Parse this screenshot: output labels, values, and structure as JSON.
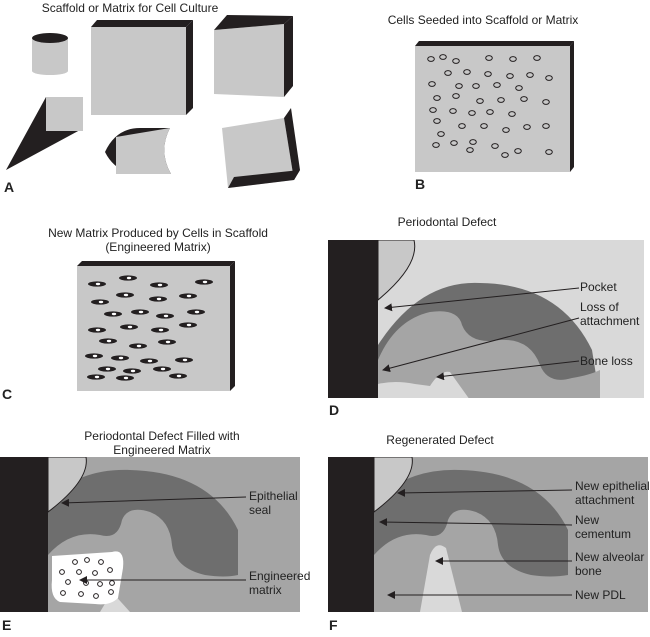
{
  "panels": {
    "a": {
      "letter": "A",
      "title": "Scaffold or Matrix for Cell Culture"
    },
    "b": {
      "letter": "B",
      "title": "Cells Seeded into Scaffold or Matrix"
    },
    "c": {
      "letter": "C",
      "title_line1": "New Matrix Produced by Cells in Scaffold",
      "title_line2": "(Engineered Matrix)"
    },
    "d": {
      "letter": "D",
      "title": "Periodontal Defect",
      "labels": {
        "pocket": "Pocket",
        "loss_line1": "Loss of",
        "loss_line2": "attachment",
        "bone_loss": "Bone loss"
      }
    },
    "e": {
      "letter": "E",
      "title_line1": "Periodontal Defect Filled with",
      "title_line2": "Engineered Matrix",
      "labels": {
        "seal_line1": "Epithelial",
        "seal_line2": "seal",
        "matrix_line1": "Engineered",
        "matrix_line2": "matrix"
      }
    },
    "f": {
      "letter": "F",
      "title": "Regenerated Defect",
      "labels": {
        "epi_line1": "New epithelial",
        "epi_line2": "attachment",
        "cem_line1": "New",
        "cem_line2": "cementum",
        "bone_line1": "New alveolar",
        "bone_line2": "bone",
        "pdl": "New PDL"
      }
    }
  },
  "colors": {
    "black": "#231f20",
    "light_gray": "#c8c8c8",
    "mid_gray": "#a5a5a5",
    "dark_gray": "#6e6e6e",
    "pale_gray": "#d9d9d9"
  }
}
